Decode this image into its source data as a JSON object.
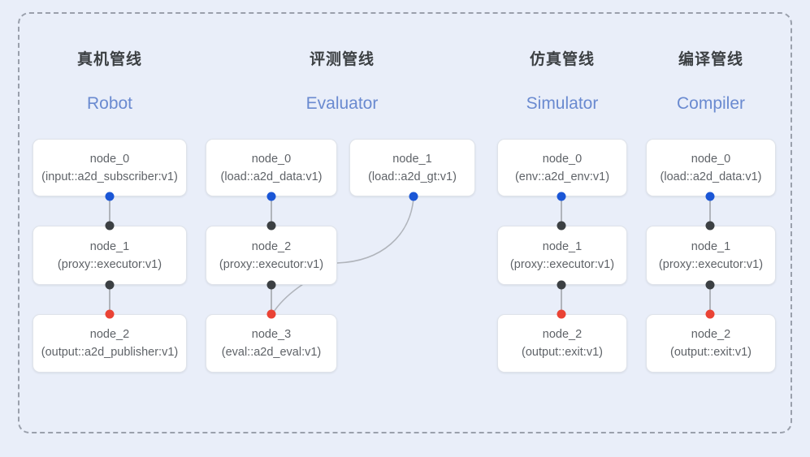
{
  "diagram": {
    "background_color": "#e9eef9",
    "frame_border_color": "#9aa0ac",
    "edge_color": "#b0b4bb",
    "port_colors": {
      "in": "#3c4043",
      "out": "#1a56d6",
      "exit": "#ea4335"
    },
    "columns": [
      {
        "title_cn": "真机管线",
        "title_en": "Robot",
        "nodes": [
          {
            "id": "node_0",
            "spec": "(input::a2d_subscriber:v1)"
          },
          {
            "id": "node_1",
            "spec": "(proxy::executor:v1)"
          },
          {
            "id": "node_2",
            "spec": "(output::a2d_publisher:v1)"
          }
        ]
      },
      {
        "title_cn": "评测管线",
        "title_en": "Evaluator",
        "nodes": [
          {
            "id": "node_0",
            "spec": "(load::a2d_data:v1)"
          },
          {
            "id": "node_1",
            "spec": "(load::a2d_gt:v1)"
          },
          {
            "id": "node_2",
            "spec": "(proxy::executor:v1)"
          },
          {
            "id": "node_3",
            "spec": "(eval::a2d_eval:v1)"
          }
        ]
      },
      {
        "title_cn": "仿真管线",
        "title_en": "Simulator",
        "nodes": [
          {
            "id": "node_0",
            "spec": "(env::a2d_env:v1)"
          },
          {
            "id": "node_1",
            "spec": "(proxy::executor:v1)"
          },
          {
            "id": "node_2",
            "spec": "(output::exit:v1)"
          }
        ]
      },
      {
        "title_cn": "编译管线",
        "title_en": "Compiler",
        "nodes": [
          {
            "id": "node_0",
            "spec": "(load::a2d_data:v1)"
          },
          {
            "id": "node_1",
            "spec": "(proxy::executor:v1)"
          },
          {
            "id": "node_2",
            "spec": "(output::exit:v1)"
          }
        ]
      }
    ]
  }
}
